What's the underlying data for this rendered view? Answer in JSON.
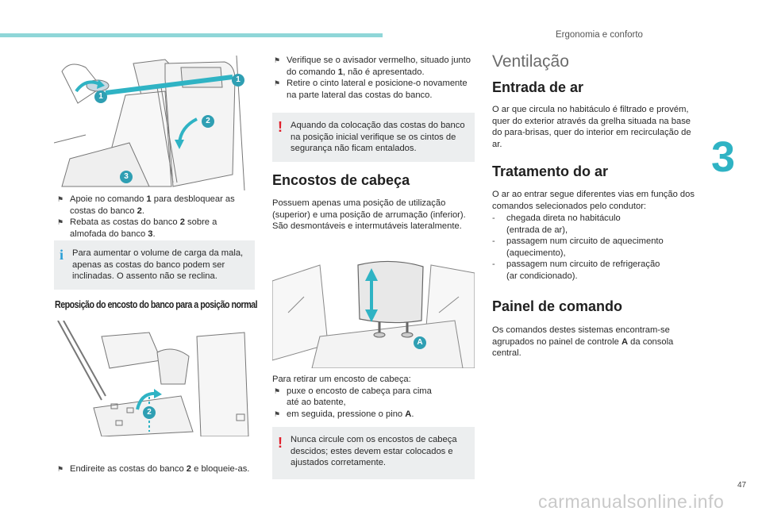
{
  "header": {
    "section_title": "Ergonomia e conforto",
    "chapter_number": "3"
  },
  "footer": {
    "page_number": "47",
    "watermark": "carmanualsonline.info"
  },
  "left": {
    "callouts_fig1": [
      "1",
      "1",
      "2",
      "3"
    ],
    "bullets": [
      {
        "a": "Apoie no comando ",
        "b": "1",
        "c": " para desbloquear as costas do banco ",
        "d": "2",
        "e": "."
      },
      {
        "a": "Rebata as costas do banco ",
        "b": "2",
        "c": " sobre a almofada do banco ",
        "d": "3",
        "e": "."
      }
    ],
    "info_text": "Para aumentar o volume de carga da mala, apenas as costas do banco podem ser inclinadas. O assento não se reclina.",
    "subheading": "Reposição do encosto do banco para a posição normal",
    "callout_fig2": "2",
    "final_bullet": {
      "a": "Endireite as costas do banco ",
      "b": "2",
      "c": " e bloqueie-as."
    }
  },
  "middle": {
    "bullets": [
      {
        "a": "Verifique se o avisador vermelho, situado junto do comando ",
        "b": "1",
        "c": ", não é apresentado."
      },
      {
        "a": "Retire o cinto lateral e posicione-o novamente na parte lateral das costas do banco."
      }
    ],
    "warning1": "Aquando da colocação das costas do banco na posição inicial verifique se os cintos de segurança não ficam entalados.",
    "heading": "Encostos de cabeça",
    "para": "Possuem apenas uma posição de utilização (superior) e uma posição de arrumação (inferior). São desmontáveis e intermutáveis lateralmente.",
    "callout_A": "A",
    "remove_intro": "Para retirar um encosto de cabeça:",
    "remove_steps": [
      {
        "a": "puxe o encosto de cabeça para cima até ao batente,"
      },
      {
        "a": "em seguida, pressione o pino ",
        "b": "A",
        "c": "."
      }
    ],
    "warning2": "Nunca circule com os encostos de cabeça descidos; estes devem estar colocados e ajustados corretamente."
  },
  "right": {
    "title": "Ventilação",
    "h_air_in": "Entrada de ar",
    "p_air_in": "O ar que circula no habitáculo é filtrado e provém, quer do exterior através da grelha situada na base do para-brisas, quer do interior em recirculação de ar.",
    "h_treat": "Tratamento do ar",
    "p_treat": "O ar ao entrar segue diferentes vias em função dos comandos selecionados pelo condutor:",
    "treat_items": [
      {
        "a": "chegada direta no habitáculo",
        "b": "(entrada de ar),"
      },
      {
        "a": "passagem num circuito de aquecimento",
        "b": "(aquecimento),"
      },
      {
        "a": "passagem num circuito de refrigeração",
        "b": "(ar condicionado)."
      }
    ],
    "h_panel": "Painel de comando",
    "p_panel": {
      "a": "Os comandos destes sistemas encontram-se agrupados no painel de controle ",
      "b": "A",
      "c": " da consola central."
    }
  },
  "colors": {
    "accent": "#2fb3c4",
    "warning": "#e0202c",
    "info": "#2a9fd6",
    "callout": "#2f9fb3"
  },
  "icons": {
    "bullet_flag": "flag-icon",
    "info_mark": "info-icon",
    "warning_mark": "exclamation-icon"
  }
}
